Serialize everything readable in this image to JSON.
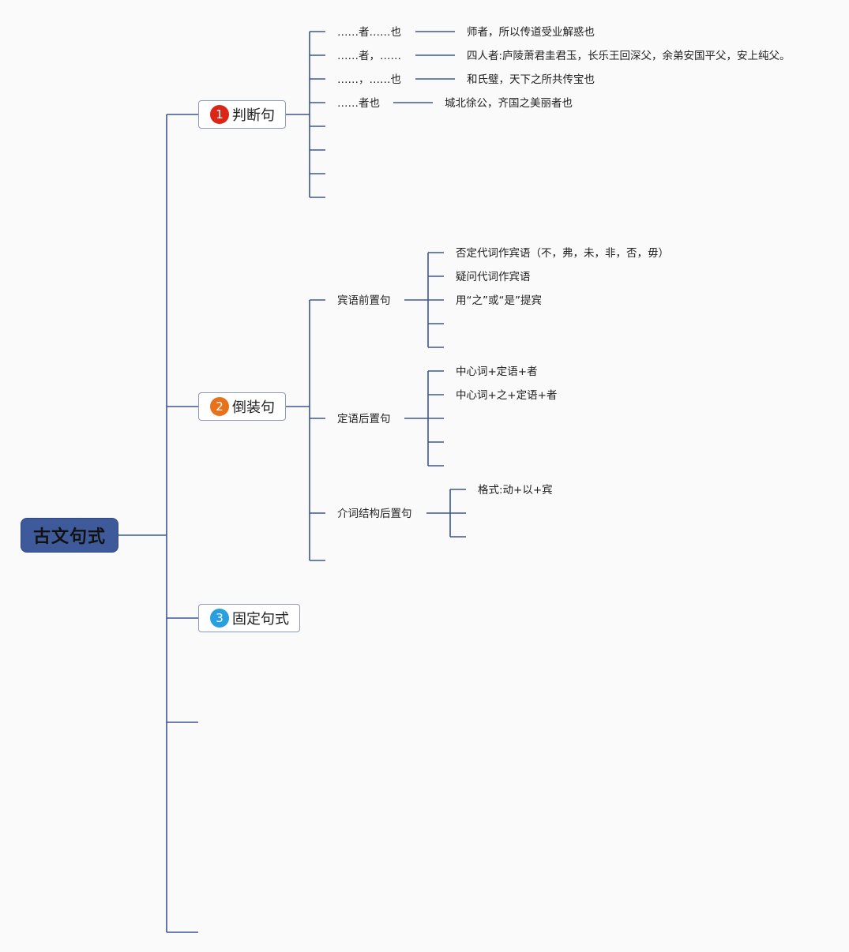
{
  "root": {
    "label": "古文句式",
    "color": "#3f5a9a"
  },
  "line_color": "#3c5693",
  "topics": [
    {
      "number": "1",
      "label": "判断句",
      "badge_color": "#d92616"
    },
    {
      "number": "2",
      "label": "倒装句",
      "badge_color": "#e8711c"
    },
    {
      "number": "3",
      "label": "固定句式",
      "badge_color": "#2a9fe0"
    }
  ],
  "judgment": {
    "patterns": [
      {
        "pattern": "……者……也",
        "example": "师者，所以传道受业解惑也"
      },
      {
        "pattern": "……者，……",
        "example": "四人者:庐陵萧君圭君玉，长乐王回深父，余弟安国平父，安上纯父。"
      },
      {
        "pattern": "……，……也",
        "example": "和氏璧，天下之所共传宝也"
      },
      {
        "pattern": "……者也",
        "example": "城北徐公，齐国之美丽者也"
      }
    ]
  },
  "inversion": {
    "object_preposed": {
      "label": "宾语前置句",
      "items": [
        "否定代词作宾语（不，弗，未，非，否，毋）",
        "疑问代词作宾语",
        "用“之”或“是”提宾"
      ]
    },
    "attributive_postposed": {
      "label": "定语后置句",
      "items": [
        "中心词+定语+者",
        "中心词+之+定语+者"
      ]
    },
    "prepositional_postposed": {
      "label": "介词结构后置句",
      "items": [
        "格式:动+以+宾"
      ]
    }
  }
}
